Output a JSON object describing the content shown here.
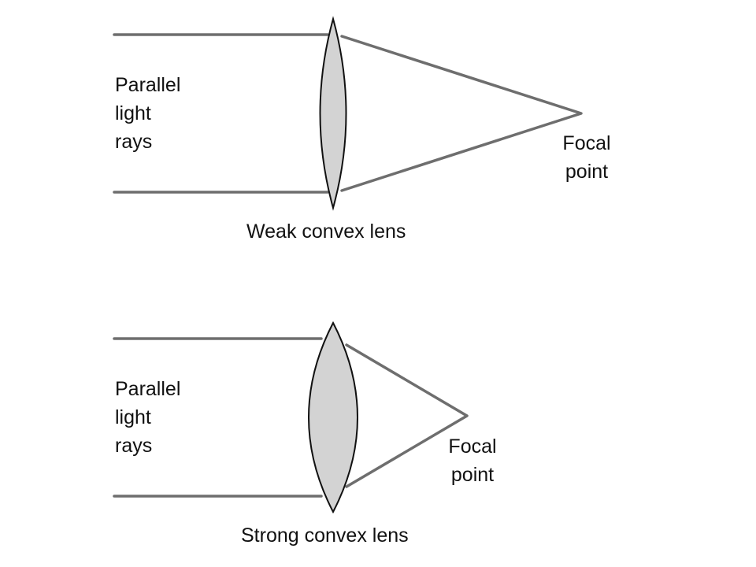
{
  "diagrams": [
    {
      "id": "weak",
      "caption": "Weak convex lens",
      "source_label": [
        "Parallel",
        "light",
        "rays"
      ],
      "focal_label": [
        "Focal",
        "point"
      ]
    },
    {
      "id": "strong",
      "caption": "Strong convex lens",
      "source_label": [
        "Parallel",
        "light",
        "rays"
      ],
      "focal_label": [
        "Focal",
        "point"
      ]
    }
  ],
  "colors": {
    "ray": "#6e6e6e",
    "lens_fill": "#d3d3d3",
    "lens_stroke": "#111111",
    "text": "#111111"
  }
}
